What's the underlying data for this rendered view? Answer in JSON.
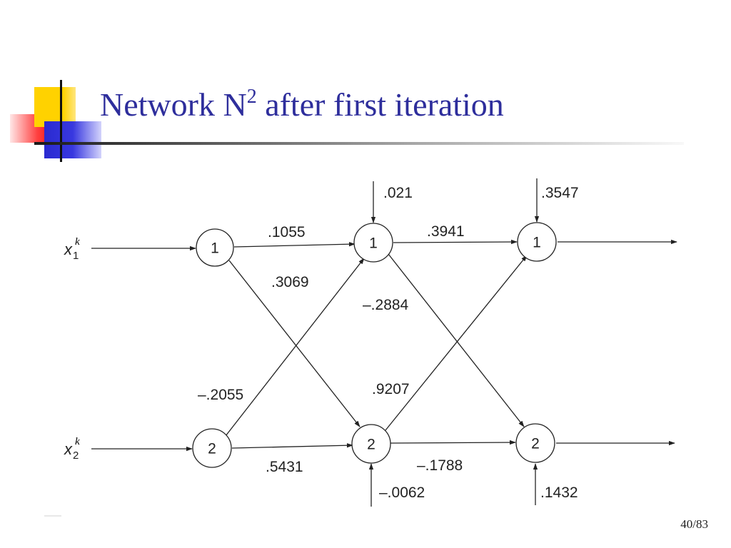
{
  "slide": {
    "title_main": "Network N",
    "title_sup": "2",
    "title_rest": " after first iteration",
    "page_number": "40/83"
  },
  "diagram": {
    "inputs": [
      {
        "symbol": "x",
        "sub": "1",
        "sup": "k"
      },
      {
        "symbol": "x",
        "sub": "2",
        "sup": "k"
      }
    ],
    "layer1": {
      "nodes": [
        "1",
        "2"
      ]
    },
    "layer2": {
      "nodes": [
        "1",
        "2"
      ],
      "weights": {
        "w11": ".1055",
        "w12": ".3069",
        "w21": "–.2055",
        "w22": ".5431"
      },
      "biases": {
        "b1": ".021",
        "b2": "–.0062"
      }
    },
    "layer3": {
      "nodes": [
        "1",
        "2"
      ],
      "weights": {
        "w11": ".3941",
        "w12": "–.2884",
        "w21": ".9207",
        "w22": "–.1788"
      },
      "biases": {
        "b1": ".3547",
        "b2": ".1432"
      }
    }
  },
  "colors": {
    "title": "#2e2e9c",
    "lines": "#222222"
  }
}
